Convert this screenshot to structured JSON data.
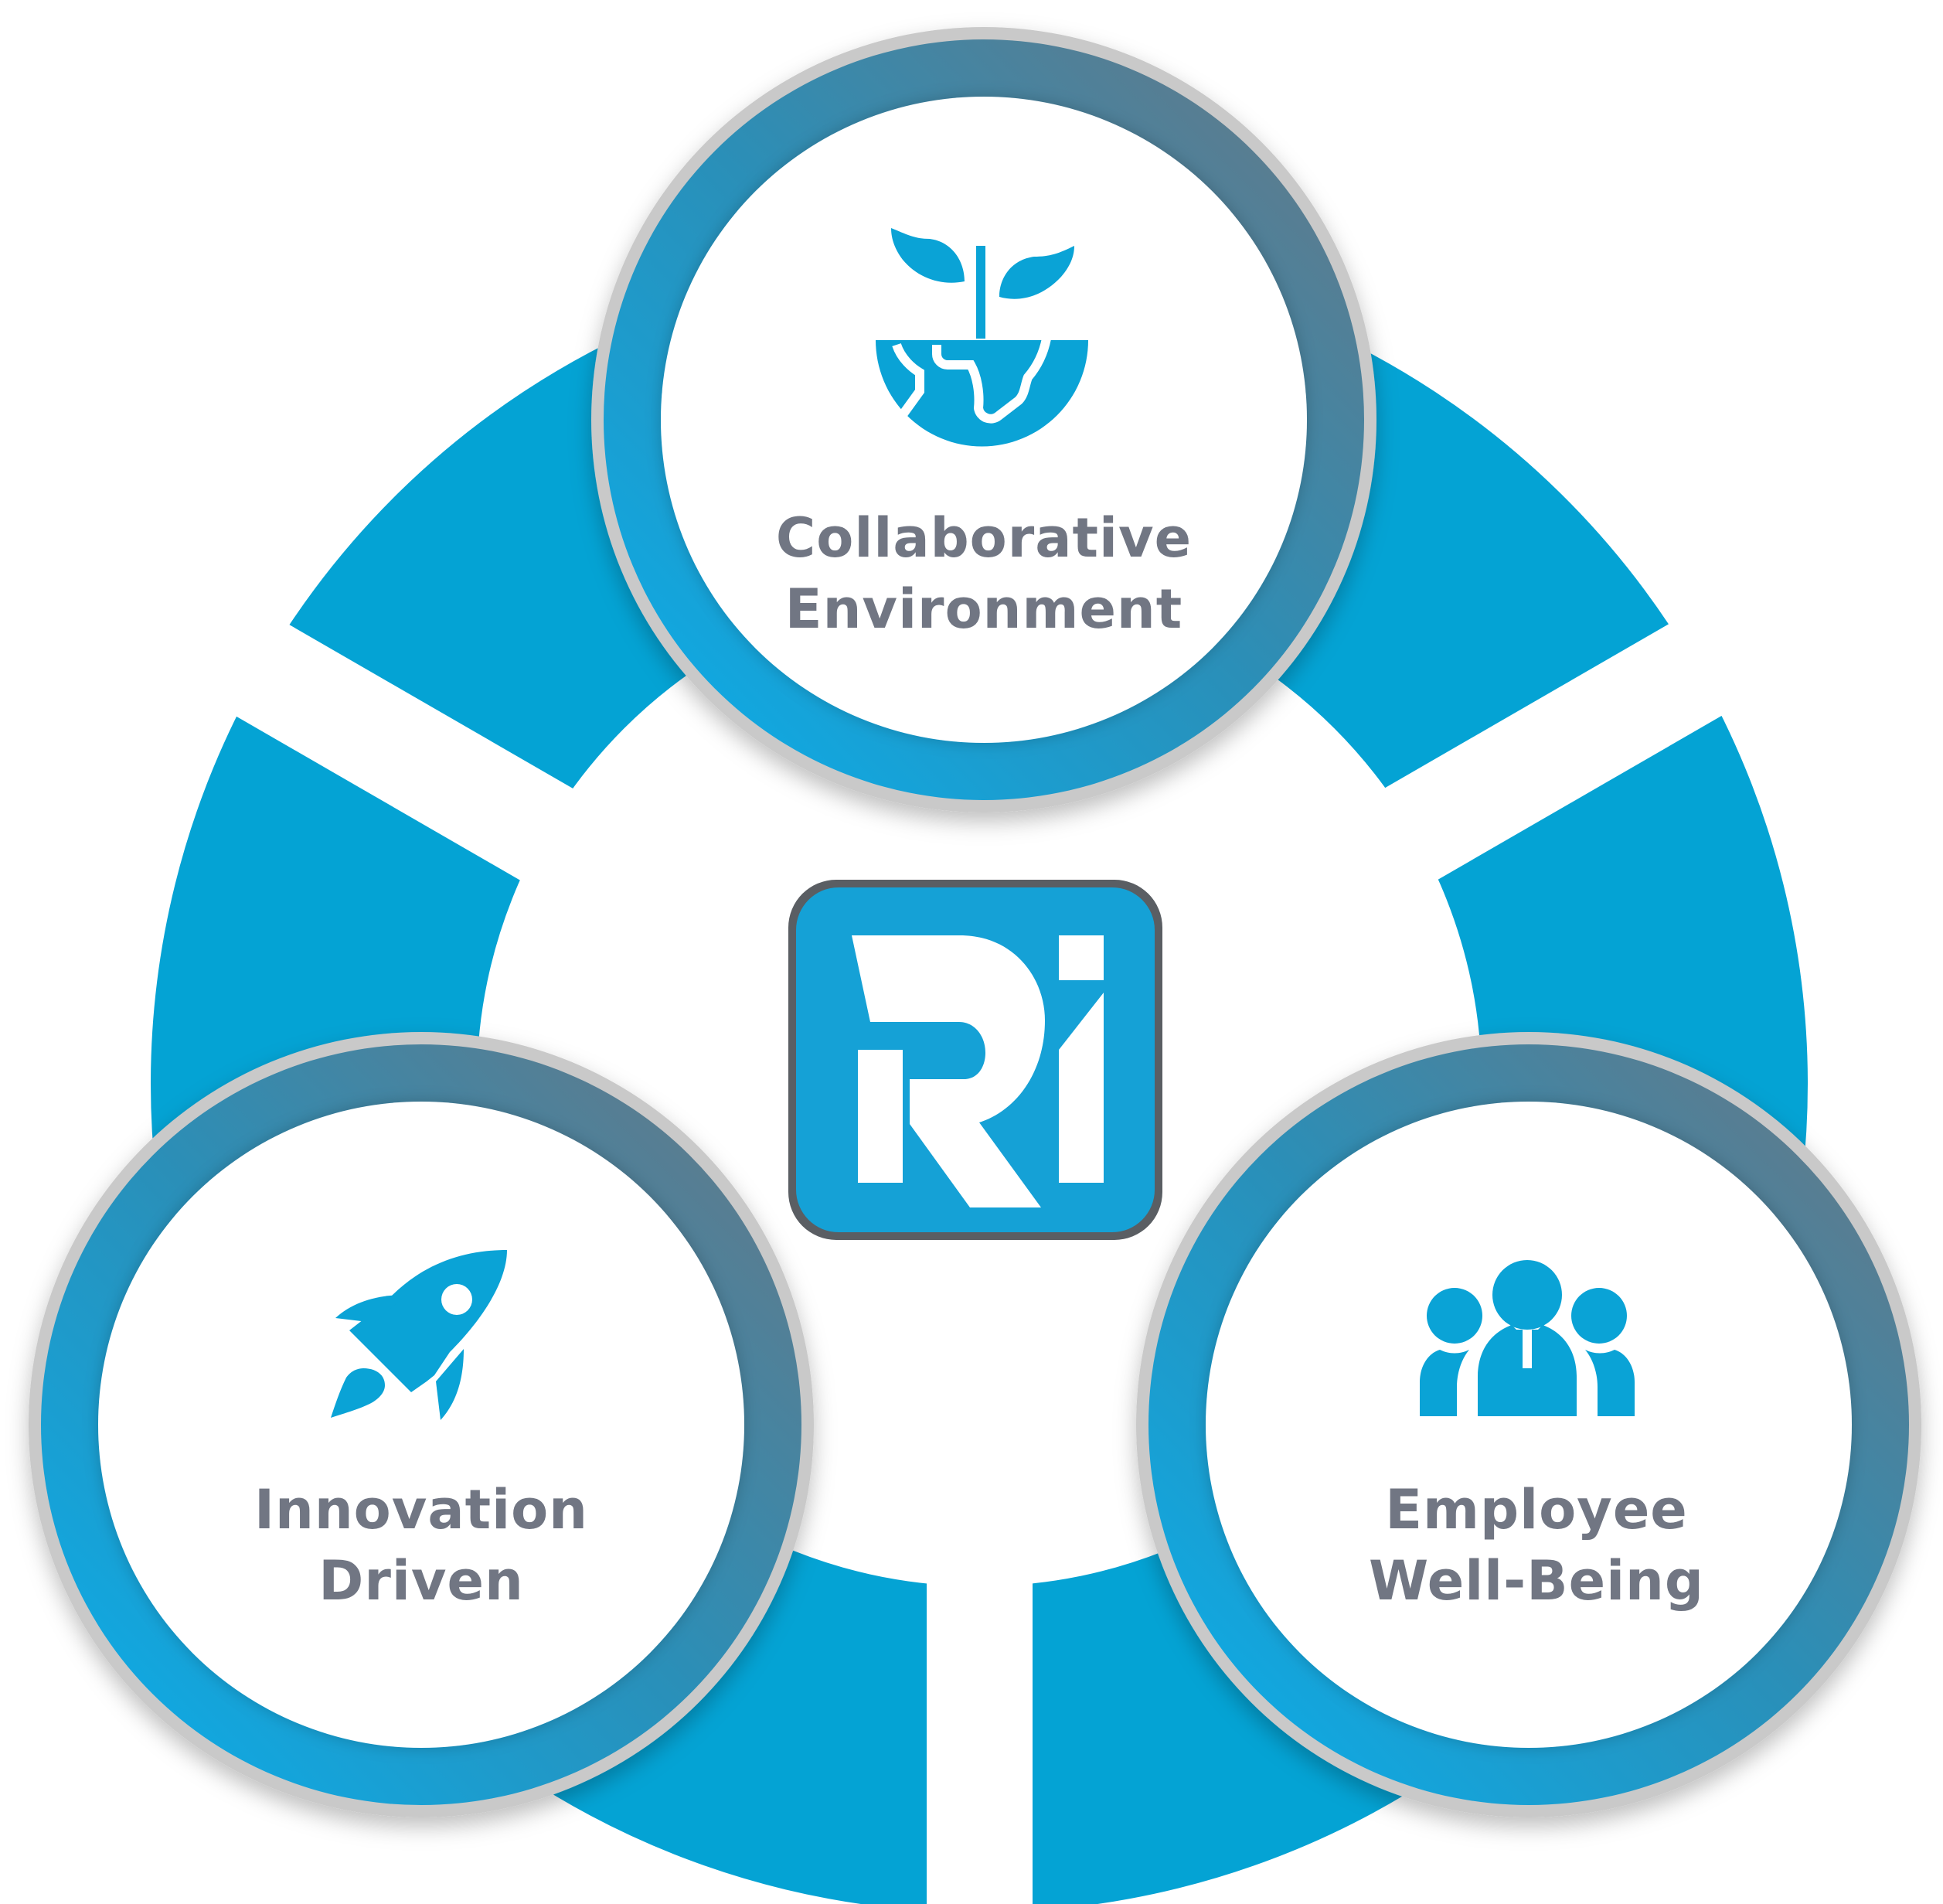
{
  "colors": {
    "ring": "#04a3d4",
    "circle_gradient_start": "#08b0ee",
    "circle_gradient_end": "#6b7682",
    "label": "#717683",
    "logo_bg": "#15a1d6"
  },
  "center_logo": {
    "text": "Ri"
  },
  "pillars": [
    {
      "icon": "plant-globe-icon",
      "line1": "Collaborative",
      "line2": "Environment"
    },
    {
      "icon": "rocket-icon",
      "line1": "Innovation",
      "line2": "Driven"
    },
    {
      "icon": "team-icon",
      "line1": "Employee",
      "line2": "Well-Being"
    }
  ]
}
